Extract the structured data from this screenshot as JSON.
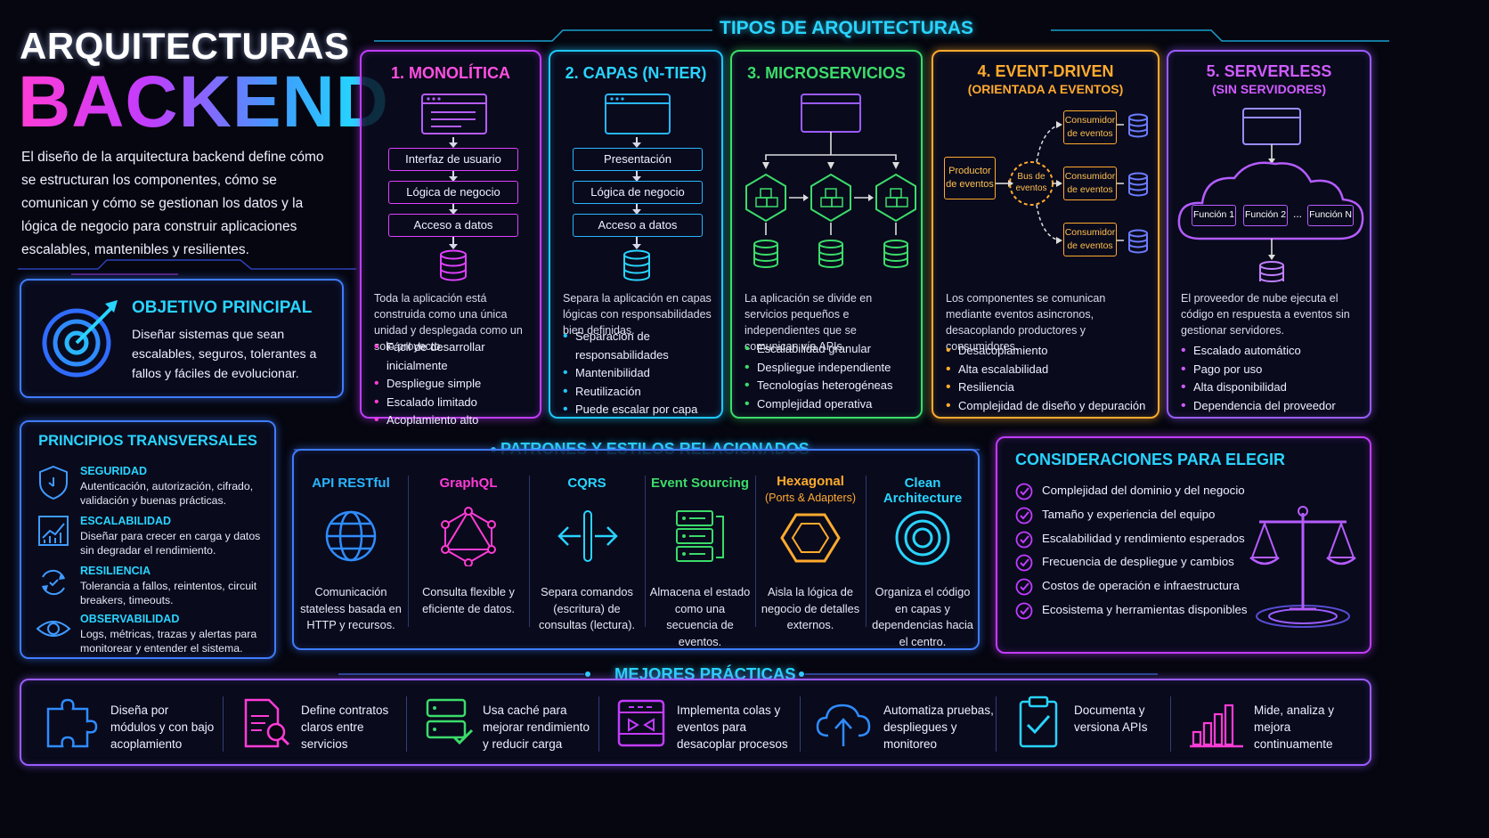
{
  "header": {
    "title_line1": "ARQUITECTURAS",
    "title_line2": "BACKEND",
    "intro": "El diseño de la arquitectura backend define cómo se estructuran los componentes, cómo se comunican y cómo se gestionan los datos y la lógica de negocio para construir aplicaciones escalables, mantenibles y resilientes."
  },
  "objective": {
    "title": "OBJETIVO PRINCIPAL",
    "text": "Diseñar sistemas que sean escalables, seguros, tolerantes a fallos y fáciles de evolucionar.",
    "icon": "target-icon"
  },
  "types": {
    "section_title": "TIPOS DE ARQUITECTURAS",
    "monolithic": {
      "title": "1. MONOLÍTICA",
      "layers": [
        "Interfaz de usuario",
        "Lógica de negocio",
        "Acceso a datos"
      ],
      "description": "Toda la aplicación está construida como una única unidad y desplegada como un solo proyecto.",
      "bullets": [
        "Fácil de desarrollar inicialmente",
        "Despliegue simple",
        "Escalado limitado",
        "Acoplamiento alto"
      ]
    },
    "layered": {
      "title": "2. CAPAS (N-TIER)",
      "layers": [
        "Presentación",
        "Lógica de negocio",
        "Acceso a datos"
      ],
      "description": "Separa la aplicación en capas lógicas con responsabilidades bien definidas.",
      "bullets": [
        "Separación de responsabilidades",
        "Mantenibilidad",
        "Reutilización",
        "Puede escalar por capa"
      ]
    },
    "microservices": {
      "title": "3. MICROSERVICIOS",
      "description": "La aplicación se divide en servicios pequeños e independientes que se comunican vía APIs.",
      "bullets": [
        "Escalabilidad granular",
        "Despliegue independiente",
        "Tecnologías heterogéneas",
        "Complejidad operativa"
      ]
    },
    "event_driven": {
      "title": "4. EVENT-DRIVEN",
      "subtitle": "(ORIENTADA A EVENTOS)",
      "producer": "Productor de eventos",
      "bus": "Bus de eventos",
      "consumers": [
        "Consumidor de eventos",
        "Consumidor de eventos",
        "Consumidor de eventos"
      ],
      "description": "Los componentes se comunican mediante eventos asincronos, desacoplando productores y consumidores.",
      "bullets": [
        "Desacoplamiento",
        "Alta escalabilidad",
        "Resiliencia",
        "Complejidad de diseño y depuración"
      ]
    },
    "serverless": {
      "title": "5. SERVERLESS",
      "subtitle": "(SIN SERVIDORES)",
      "functions": [
        "Función 1",
        "Función 2",
        "...",
        "Función N"
      ],
      "description": "El proveedor de nube ejecuta el código en respuesta a eventos sin gestionar servidores.",
      "bullets": [
        "Escalado automático",
        "Pago por uso",
        "Alta disponibilidad",
        "Dependencia del proveedor"
      ]
    }
  },
  "principles": {
    "title": "PRINCIPIOS TRANSVERSALES",
    "items": [
      {
        "name": "SEGURIDAD",
        "text": "Autenticación, autorización, cifrado, validación y buenas prácticas.",
        "icon": "shield-icon"
      },
      {
        "name": "ESCALABILIDAD",
        "text": "Diseñar para crecer en carga y datos sin degradar el rendimiento.",
        "icon": "chart-icon"
      },
      {
        "name": "RESILIENCIA",
        "text": "Tolerancia a fallos, reintentos, circuit breakers, timeouts.",
        "icon": "refresh-icon"
      },
      {
        "name": "OBSERVABILIDAD",
        "text": "Logs, métricas, trazas y alertas para monitorear y entender el sistema.",
        "icon": "eye-icon"
      }
    ]
  },
  "patterns": {
    "title": "PATRONES Y ESTILOS RELACIONADOS",
    "items": [
      {
        "title": "API RESTful",
        "subtitle": "",
        "text": "Comunicación stateless basada en HTTP y recursos.",
        "icon": "globe-icon",
        "color": "#29b6ff"
      },
      {
        "title": "GraphQL",
        "subtitle": "",
        "text": "Consulta flexible y eficiente de datos.",
        "icon": "graphql-icon",
        "color": "#ff3cd6"
      },
      {
        "title": "CQRS",
        "subtitle": "",
        "text": "Separa comandos (escritura) de consultas (lectura).",
        "icon": "split-arrows-icon",
        "color": "#29d4ff"
      },
      {
        "title": "Event Sourcing",
        "subtitle": "",
        "text": "Almacena el estado como una secuencia de eventos.",
        "icon": "event-store-icon",
        "color": "#3bdc6a"
      },
      {
        "title": "Hexagonal",
        "subtitle": "(Ports & Adapters)",
        "text": "Aisla la lógica de negocio de detalles externos.",
        "icon": "hexagon-icon",
        "color": "#ffab2e"
      },
      {
        "title": "Clean Architecture",
        "subtitle": "",
        "text": "Organiza el código en capas y dependencias hacia el centro.",
        "icon": "concentric-circles-icon",
        "color": "#29d4ff"
      }
    ]
  },
  "considerations": {
    "title": "CONSIDERACIONES PARA ELEGIR",
    "items": [
      "Complejidad del dominio y del negocio",
      "Tamaño y experiencia del equipo",
      "Escalabilidad y rendimiento esperados",
      "Frecuencia de despliegue y cambios",
      "Costos de operación e infraestructura",
      "Ecosistema y herramientas disponibles"
    ],
    "icon": "scale-icon"
  },
  "best_practices": {
    "title": "MEJORES PRÁCTICAS",
    "items": [
      {
        "text": "Diseña por módulos y con bajo acoplamiento",
        "icon": "puzzle-icon"
      },
      {
        "text": "Define contratos claros entre servicios",
        "icon": "document-search-icon"
      },
      {
        "text": "Usa caché para mejorar rendimiento y reducir carga",
        "icon": "cache-server-icon"
      },
      {
        "text": "Implementa colas y eventos para desacoplar procesos",
        "icon": "queue-icon"
      },
      {
        "text": "Automatiza pruebas, despliegues y monitoreo",
        "icon": "cloud-upload-icon"
      },
      {
        "text": "Documenta y versiona APIs",
        "icon": "clipboard-icon"
      },
      {
        "text": "Mide, analiza y mejora continuamente",
        "icon": "bar-chart-icon"
      }
    ]
  },
  "colors": {
    "magenta": "#c23cff",
    "pink": "#ff3cd6",
    "cyan": "#1fc8ff",
    "green": "#3bdc6a",
    "orange": "#ffab2e",
    "purple": "#9a5cff",
    "background": "#05060f"
  }
}
